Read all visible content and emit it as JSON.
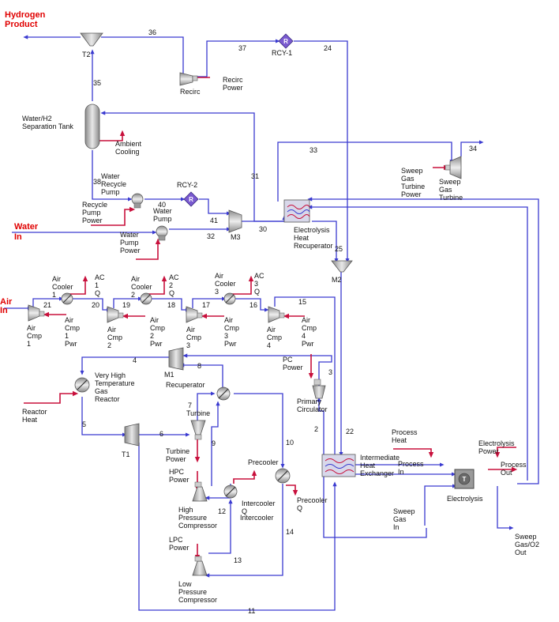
{
  "io_labels": {
    "hydrogen_product": [
      "Hydrogen",
      "Product"
    ],
    "water_in": [
      "Water",
      "In"
    ],
    "air_in": [
      "Air",
      "In"
    ]
  },
  "unit_labels": {
    "t2": "T2",
    "separation_tank": [
      "Water/H2",
      "Separation Tank"
    ],
    "ambient_cooling": [
      "Ambient",
      "Cooling"
    ],
    "water_recycle_pump": [
      "Water",
      "Recycle",
      "Pump"
    ],
    "recycle_pump_power": [
      "Recycle",
      "Pump",
      "Power"
    ],
    "rcy2": "RCY-2",
    "water_pump": [
      "Water",
      "Pump"
    ],
    "water_pump_power": [
      "Water",
      "Pump",
      "Power"
    ],
    "m3": "M3",
    "recirc": "Recirc",
    "recirc_power": [
      "Recirc",
      "Power"
    ],
    "rcy1": "RCY-1",
    "sweep_gas_turbine_power": [
      "Sweep",
      "Gas",
      "Turbine",
      "Power"
    ],
    "sweep_gas_turbine": [
      "Sweep",
      "Gas",
      "Turbine"
    ],
    "electrolysis_heat_recuperator": [
      "Electrolysis",
      "Heat",
      "Recuperator"
    ],
    "m2": "M2",
    "air_cooler_1": [
      "Air",
      "Cooler",
      "1"
    ],
    "ac1q": [
      "AC",
      "1",
      "Q"
    ],
    "air_cooler_2": [
      "Air",
      "Cooler",
      "2"
    ],
    "ac2q": [
      "AC",
      "2",
      "Q"
    ],
    "air_cooler_3": [
      "Air",
      "Cooler",
      "3"
    ],
    "ac3q": [
      "AC",
      "3",
      "Q"
    ],
    "air_cmp_1": [
      "Air",
      "Cmp",
      "1"
    ],
    "air_cmp_1_pwr": [
      "Air",
      "Cmp",
      "1",
      "Pwr"
    ],
    "air_cmp_2": [
      "Air",
      "Cmp",
      "2"
    ],
    "air_cmp_2_pwr": [
      "Air",
      "Cmp",
      "2",
      "Pwr"
    ],
    "air_cmp_3": [
      "Air",
      "Cmp",
      "3"
    ],
    "air_cmp_3_pwr": [
      "Air",
      "Cmp",
      "3",
      "Pwr"
    ],
    "air_cmp_4": [
      "Air",
      "Cmp",
      "4"
    ],
    "air_cmp_4_pwr": [
      "Air",
      "Cmp",
      "4",
      "Pwr"
    ],
    "m1": "M1",
    "vhtr": [
      "Very High",
      "Temperature",
      "Gas",
      "Reactor"
    ],
    "reactor_heat": [
      "Reactor",
      "Heat"
    ],
    "recuperator": "Recuperator",
    "pc_power": [
      "PC",
      "Power"
    ],
    "primary_circulator": [
      "Primary",
      "Circulator"
    ],
    "turbine": "Turbine",
    "turbine_power": [
      "Turbine",
      "Power"
    ],
    "t1": "T1",
    "hpc_power": [
      "HPC",
      "Power"
    ],
    "hpc": [
      "High",
      "Pressure",
      "Compressor"
    ],
    "intercooler_q": [
      "Intercooler",
      "Q"
    ],
    "intercooler": "Intercooler",
    "lpc_power": [
      "LPC",
      "Power"
    ],
    "lpc": [
      "Low",
      "Pressure",
      "Compressor"
    ],
    "precooler": "Precooler",
    "precooler_q": [
      "Precooler",
      "Q"
    ],
    "ihx": [
      "Intermediate",
      "Heat",
      "Exchanger"
    ],
    "process_heat": [
      "Process",
      "Heat"
    ],
    "process_in": [
      "Process",
      "In"
    ],
    "electrolysis_power": [
      "Electrolysis",
      "Power"
    ],
    "process_out": [
      "Process",
      "Out"
    ],
    "electrolysis": "Electrolysis",
    "sweep_gas_in": [
      "Sweep",
      "Gas",
      "In"
    ],
    "sweep_gas_o2_out": [
      "Sweep",
      "Gas/O2",
      "Out"
    ]
  },
  "stream_numbers": [
    "36",
    "37",
    "24",
    "35",
    "38",
    "40",
    "41",
    "32",
    "30",
    "31",
    "33",
    "34",
    "25",
    "21",
    "20",
    "19",
    "18",
    "17",
    "16",
    "15",
    "4",
    "8",
    "3",
    "7",
    "9",
    "12",
    "13",
    "14",
    "10",
    "5",
    "6",
    "2",
    "22",
    "11"
  ],
  "colors": {
    "stream": "#3a3ad0",
    "energy": "#c8103c",
    "product_label": "#e00000",
    "equipment_fill": "#c9c9c9"
  }
}
